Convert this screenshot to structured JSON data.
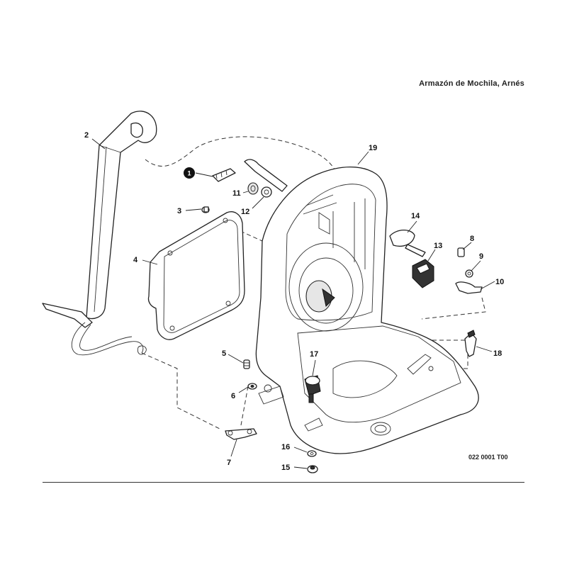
{
  "title": "Armazón de Mochila, Arnés",
  "drawing_code": "022 0001 T00",
  "callouts": [
    {
      "id": "c1",
      "text": "1",
      "kind": "badge"
    },
    {
      "id": "c2",
      "text": "2"
    },
    {
      "id": "c3",
      "text": "3"
    },
    {
      "id": "c4",
      "text": "4"
    },
    {
      "id": "c5",
      "text": "5"
    },
    {
      "id": "c6",
      "text": "6"
    },
    {
      "id": "c7",
      "text": "7"
    },
    {
      "id": "c8",
      "text": "8"
    },
    {
      "id": "c9",
      "text": "9"
    },
    {
      "id": "c10",
      "text": "10"
    },
    {
      "id": "c11",
      "text": "11"
    },
    {
      "id": "c12",
      "text": "12"
    },
    {
      "id": "c13",
      "text": "13"
    },
    {
      "id": "c14",
      "text": "14"
    },
    {
      "id": "c15",
      "text": "15"
    },
    {
      "id": "c16",
      "text": "16"
    },
    {
      "id": "c17",
      "text": "17"
    },
    {
      "id": "c18",
      "text": "18"
    },
    {
      "id": "c19",
      "text": "19"
    }
  ]
}
